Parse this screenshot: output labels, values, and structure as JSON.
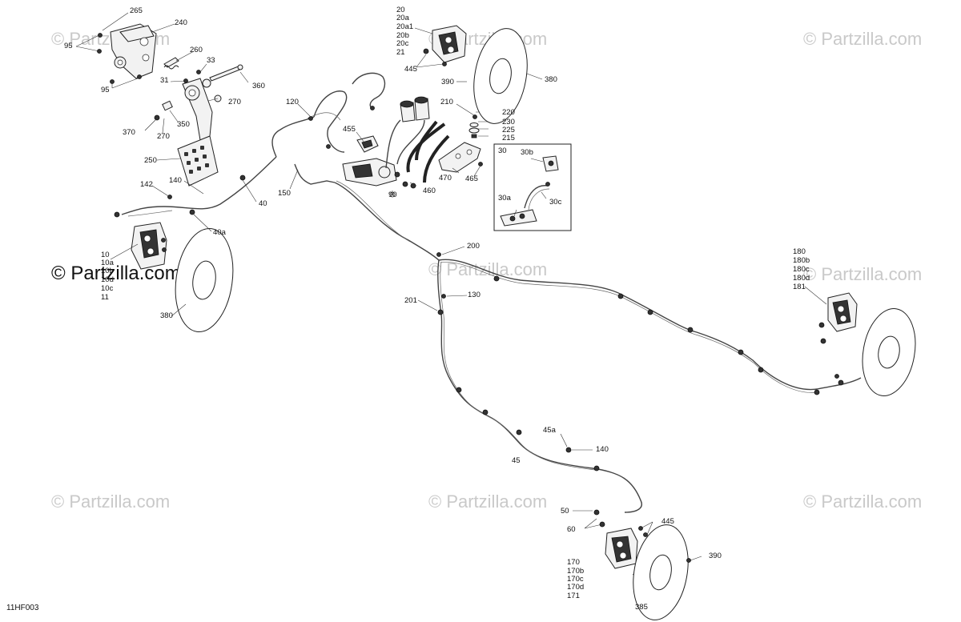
{
  "watermarks": {
    "text": "© Partzilla.com",
    "main_text": "© Partzilla.com"
  },
  "figure_ref": "11HF003",
  "labels": {
    "l265": "265",
    "l240": "240",
    "l95a": "95",
    "l260": "260",
    "l33": "33",
    "l31": "31",
    "l95b": "95",
    "l360": "360",
    "l270a": "270",
    "l370": "370",
    "l350": "350",
    "l270b": "270",
    "l250": "250",
    "l140a": "140",
    "l142": "142",
    "l40": "40",
    "l40a": "40a",
    "l10": "10",
    "l10a": "10a",
    "l10b": "10b",
    "l10d": "10d",
    "l10c": "10c",
    "l11": "11",
    "l380a": "380",
    "l20": "20",
    "l20a": "20a",
    "l20a1": "20a1",
    "l20b": "20b",
    "l20c": "20c",
    "l21": "21",
    "l445a": "445",
    "l390a": "390",
    "l380b": "380",
    "l120": "120",
    "l455": "455",
    "l150": "150",
    "l90": "90",
    "l460": "460",
    "l470": "470",
    "l465": "465",
    "l210": "210",
    "l220": "220",
    "l230": "230",
    "l225": "225",
    "l215": "215",
    "l30": "30",
    "l30b": "30b",
    "l30a": "30a",
    "l30c": "30c",
    "l200": "200",
    "l201": "201",
    "l130": "130",
    "l180": "180",
    "l180b": "180b",
    "l180c": "180c",
    "l180d": "180d",
    "l181": "181",
    "l45a": "45a",
    "l140b": "140",
    "l45": "45",
    "l50": "50",
    "l60": "60",
    "l445b": "445",
    "l390b": "390",
    "l170": "170",
    "l170b": "170b",
    "l170c": "170c",
    "l170d": "170d",
    "l171": "171",
    "l385": "385"
  }
}
